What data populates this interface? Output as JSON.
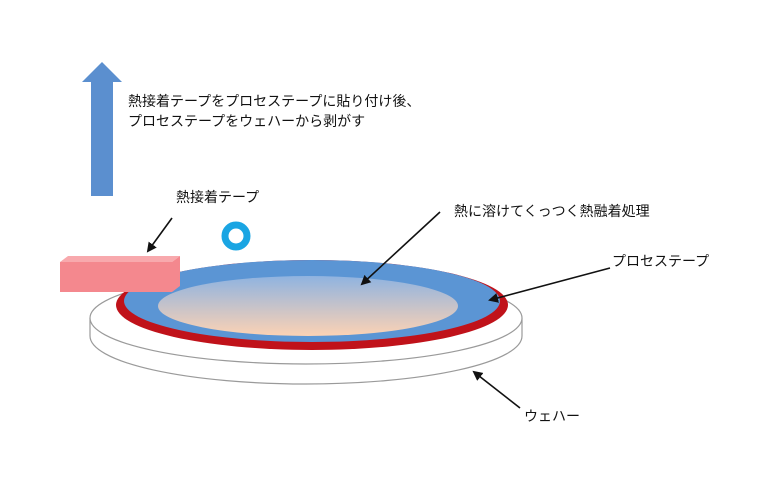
{
  "labels": {
    "instruction_line1": "熱接着テープをプロセステープに貼り付け後、",
    "instruction_line2": "プロセステープをウェハーから剥がす",
    "thermal_tape": "熱接着テープ",
    "heat_fusion": "熱に溶けてくっつく熱融着処理",
    "process_tape": "プロセステープ",
    "wafer": "ウェハー"
  },
  "colors": {
    "arrow_up": "#5b8fcf",
    "tape_pink": "#f4888e",
    "tape_pink_top": "#f8a9ad",
    "process_tape_blue": "#5b95d4",
    "red_ring": "#c0121a",
    "wafer_edge": "#9a9a9a",
    "heat_ring": "#1aa5e3",
    "gradient_top": "#8fb3e0",
    "gradient_bottom": "#fcd2b4"
  },
  "icons": {
    "up_arrow": "up-arrow-icon",
    "heat_source": "heat-ring-icon"
  }
}
